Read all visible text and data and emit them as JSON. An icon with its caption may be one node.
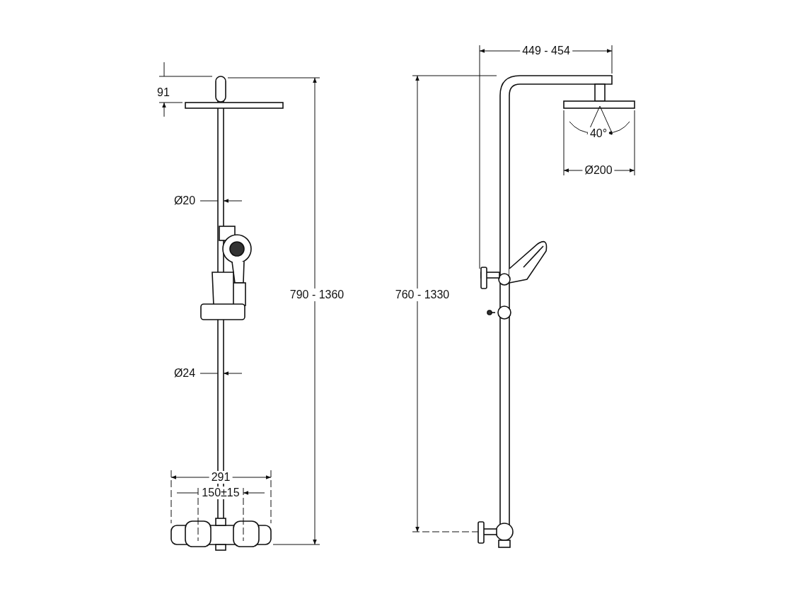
{
  "diagram": {
    "labels": [
      "449 - 454",
      "91",
      "40°",
      "Ø200",
      "Ø20",
      "790 - 1360",
      "760 - 1330",
      "Ø24",
      "291",
      "150±15"
    ]
  }
}
